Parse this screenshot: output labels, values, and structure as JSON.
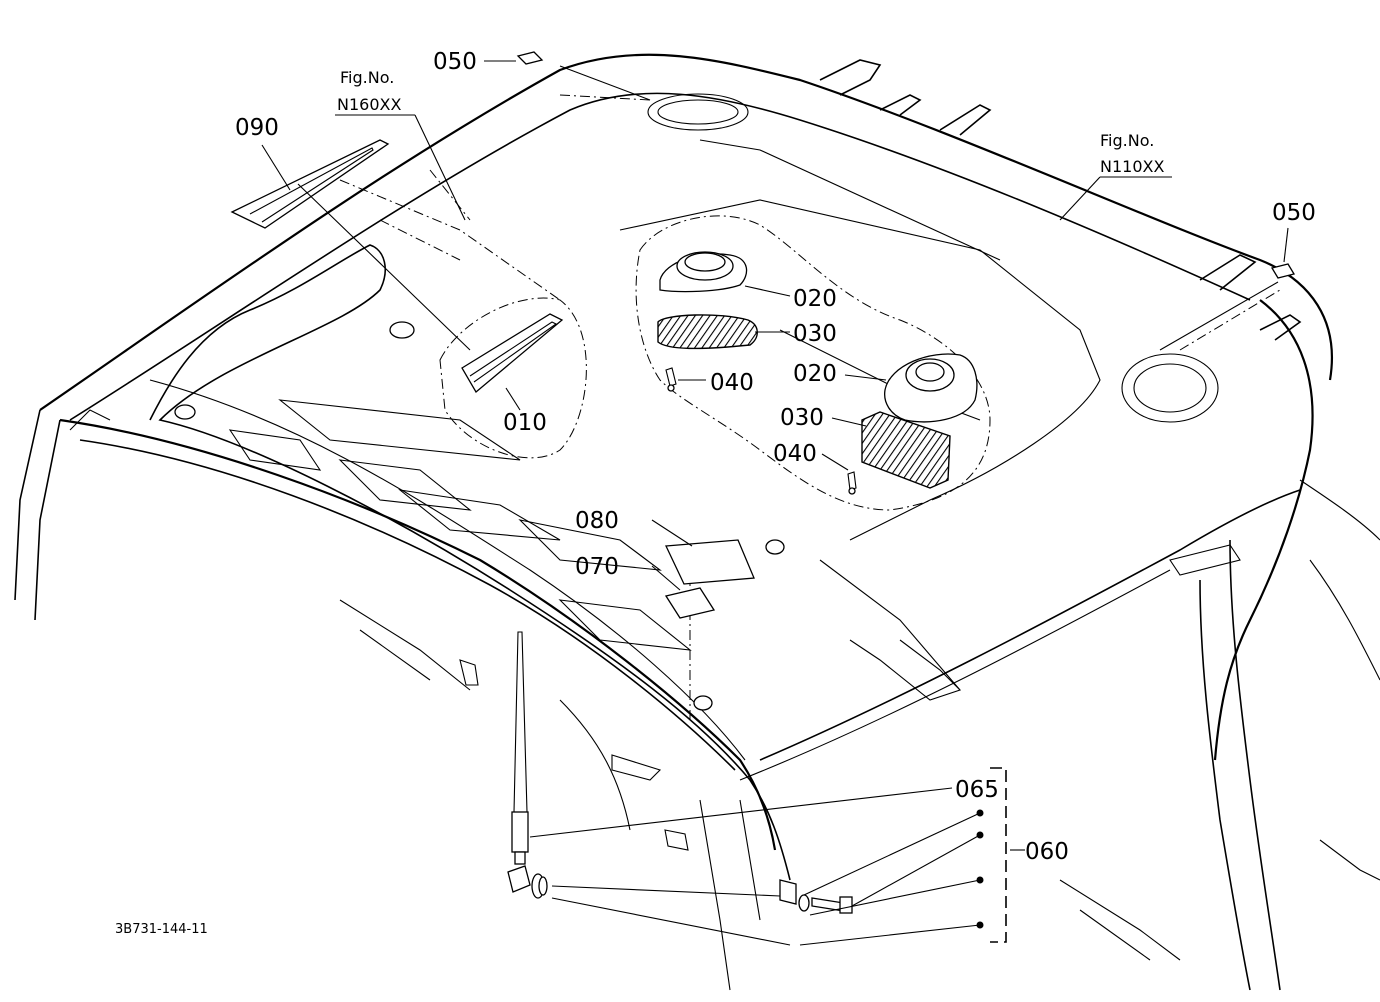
{
  "drawing_code": "3B731-144-11",
  "fig_refs": [
    {
      "id": "fig-n160",
      "caption": "Fig.No.",
      "number": "N160XX"
    },
    {
      "id": "fig-n110",
      "caption": "Fig.No.",
      "number": "N110XX"
    }
  ],
  "part_labels": {
    "p010": "010",
    "p020a": "020",
    "p020b": "020",
    "p030a": "030",
    "p030b": "030",
    "p040a": "040",
    "p040b": "040",
    "p050a": "050",
    "p050b": "050",
    "p060": "060",
    "p065": "065",
    "p070": "070",
    "p080": "080",
    "p090": "090"
  }
}
